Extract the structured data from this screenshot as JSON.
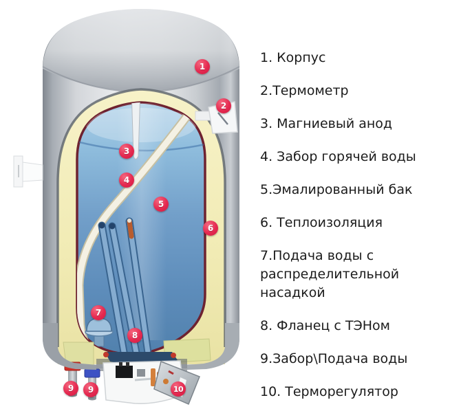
{
  "legend": {
    "items": [
      {
        "text": "1. Корпус"
      },
      {
        "text": "2.Термометр"
      },
      {
        "text": "3. Магниевый анод"
      },
      {
        "text": "4. Забор горячей воды"
      },
      {
        "text": "5.Эмалированный бак"
      },
      {
        "text": "6. Теплоизоляция"
      },
      {
        "text": "7.Подача воды с распределительной насадкой"
      },
      {
        "text": "8. Фланец с ТЭНом"
      },
      {
        "text": "9.Забор\\Подача воды"
      },
      {
        "text": "10. Терморегулятор"
      }
    ]
  },
  "diagram": {
    "markers": [
      "1",
      "2",
      "3",
      "4",
      "5",
      "6",
      "7",
      "8",
      "9",
      "9",
      "10"
    ],
    "colors": {
      "marker_red": "#e52950",
      "casing_gray": "#d6d9dc",
      "insulation_yellow": "#f1ebb4",
      "tank_blue": "#6f9cc8",
      "tank_rim_maroon": "#6e2230",
      "pipe_cream": "#f4f1e4",
      "hot_pipe_cap": "#cf3028",
      "cold_pipe_cap": "#3d52c4",
      "text_black": "#1b1b1b"
    }
  }
}
